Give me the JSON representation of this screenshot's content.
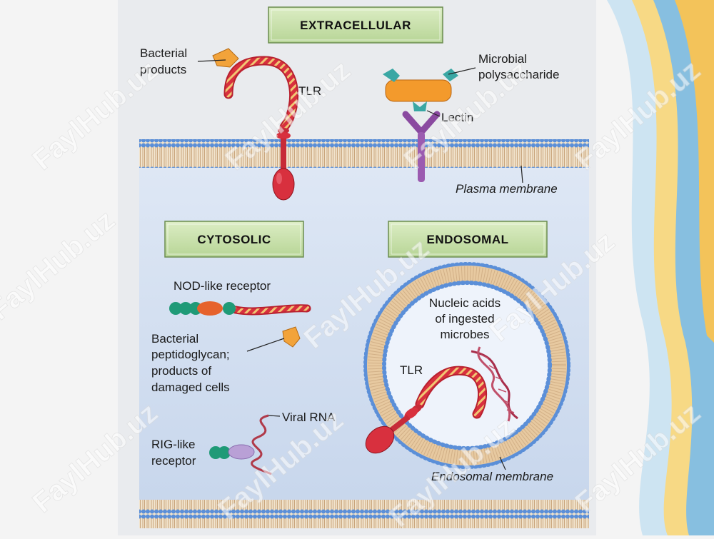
{
  "watermark": "FaylHub.uz",
  "compartments": {
    "extracellular": "EXTRACELLULAR",
    "cytosolic": "CYTOSOLIC",
    "endosomal": "ENDOSOMAL"
  },
  "labels": {
    "bacterial_products": [
      "Bacterial",
      "products"
    ],
    "tlr_surface": "TLR",
    "microbial_polysaccharide": [
      "Microbial",
      "polysaccharide"
    ],
    "lectin": "Lectin",
    "plasma_membrane": "Plasma membrane",
    "nod_like_receptor": "NOD-like receptor",
    "bacterial_peptidoglycan": [
      "Bacterial",
      "peptidoglycan;",
      "products of",
      "damaged cells"
    ],
    "viral_rna": "Viral RNA",
    "rig_like_receptor": [
      "RIG-like",
      "receptor"
    ],
    "nucleic_acids": [
      "Nucleic acids",
      "of ingested",
      "microbes"
    ],
    "tlr_endosomal": "TLR",
    "endosomal_membrane": "Endosomal membrane"
  },
  "colors": {
    "cytoplasm": "#cfdcef",
    "extracellular_bg": "#e6e9ef",
    "header_box": "#c9e0b0",
    "receptor_red": "#d8303e",
    "receptor_stripe": "#f2c86a",
    "bacterial_product": "#f2a33a",
    "lectin": "#9b5bb0",
    "polysaccharide_cap": "#3aa7a4",
    "membrane_head": "#5a8fd6",
    "membrane_tail": "#e8c9a0"
  }
}
